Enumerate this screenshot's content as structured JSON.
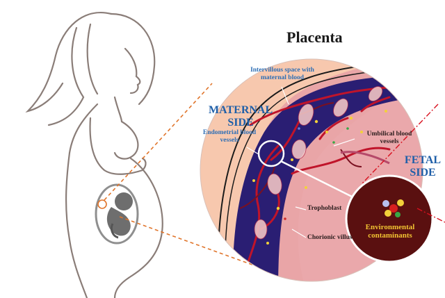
{
  "title": "Placenta",
  "labels": {
    "intervillous": "Intervillous space with maternal blood",
    "maternal_side": "MATERNAL SIDE",
    "endometrial": "Endometrial blood vessels",
    "umbilical": "Umbilical blood vessels",
    "fetal_side": "FETAL SIDE",
    "trophoblast": "Trophoblast",
    "chorionic": "Chorionic villus",
    "contaminants": "Environmental contaminants"
  },
  "colors": {
    "maternal_bg": "#f7c8ae",
    "fetal_bg": "#e9a5a7",
    "intervillous_space": "#2a1e73",
    "vessel_red": "#c0142a",
    "contaminant_bg": "#5a1010",
    "contaminant_text": "#f1c232",
    "label_blue": "#2f6fb5",
    "pointer_orange": "#e0742a",
    "pointer_red": "#d8101e"
  }
}
